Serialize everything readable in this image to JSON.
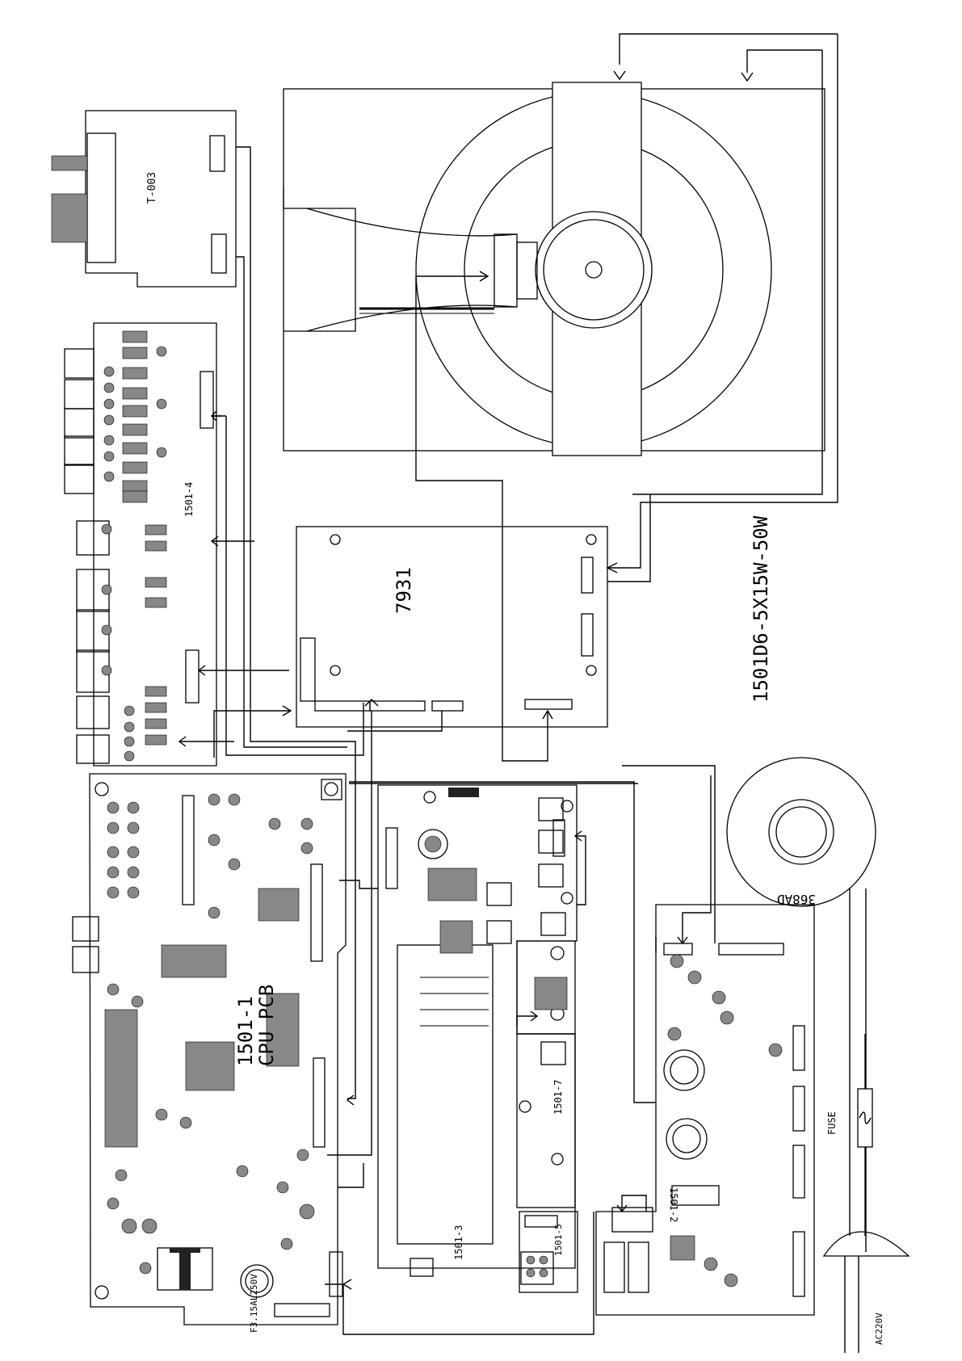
{
  "labels": {
    "model": "1501D6-5X15W-50W",
    "board_dvd": "7931",
    "board_cpu": "1501-1",
    "board_cpu_sub": "CPU PCB",
    "board_t": "T-003",
    "board_out": "1501-4",
    "board_display": "1501-7",
    "board_power": "1501-2",
    "board_b3": "1501-3",
    "board_b5": "1501-5",
    "speaker": "368AD",
    "fuse": "FUSE",
    "ac": "AC220V",
    "fuse_spec": "F3.15AL250V"
  }
}
